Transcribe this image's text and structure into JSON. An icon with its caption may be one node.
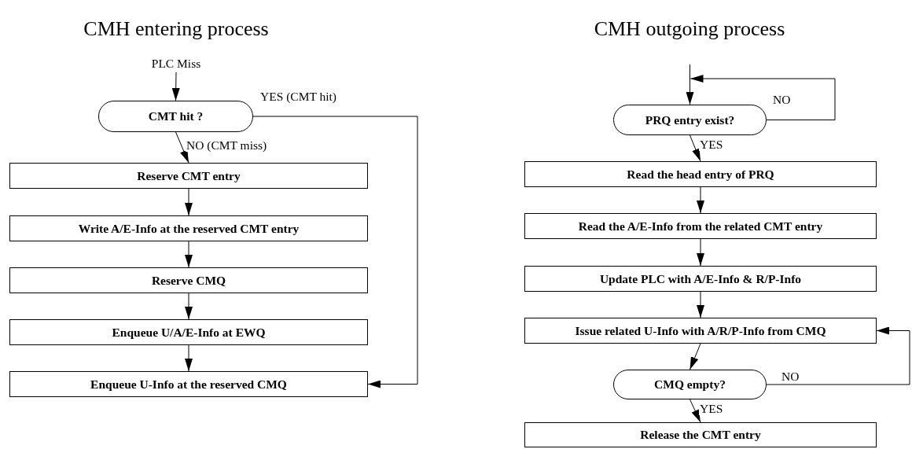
{
  "diagram": {
    "nodes": [
      {
        "text": [
          "PLC Miss"
        ]
      },
      {
        "text": [
          "CMT hit ?"
        ]
      },
      {
        "text": [
          "Reserve CMT entry"
        ]
      },
      {
        "text": [
          "Write A/E-Info at the reserved CMT entry"
        ]
      },
      {
        "text": [
          "Reserve CMQ"
        ]
      },
      {
        "text": [
          "Enqueue U/A/E-Info at EWQ"
        ]
      },
      {
        "text": [
          "Enqueue U-Info at the reserved CMQ"
        ]
      },
      {
        "text": [
          "PRQ entry exist?"
        ]
      },
      {
        "text": [
          "Read the head entry of PRQ"
        ]
      },
      {
        "text": [
          "Read the A/E-Info from the related CMT entry"
        ]
      },
      {
        "text": [
          "Update PLC with A/E-Info & R/P-Info"
        ]
      },
      {
        "text": [
          "Issue related U-Info with A/R/P-Info from CMQ"
        ]
      },
      {
        "text": [
          "CMQ empty?"
        ]
      },
      {
        "text": [
          "Release the CMT entry"
        ]
      }
    ],
    "edges": [
      {
        "from": 0,
        "to": 1,
        "arrow": "to"
      },
      {
        "from": 1,
        "to": 2,
        "arrow": "to",
        "label": "NO (CMT miss)"
      },
      {
        "from": 2,
        "to": 3,
        "arrow": "to"
      },
      {
        "from": 3,
        "to": 4,
        "arrow": "to"
      },
      {
        "from": 4,
        "to": 5,
        "arrow": "to"
      },
      {
        "from": 5,
        "to": 6,
        "arrow": "to"
      },
      {
        "from": 1,
        "to": 6,
        "arrow": "to",
        "label": "YES (CMT hit)"
      },
      {
        "from": null,
        "to": 7,
        "arrow": "to"
      },
      {
        "from": 7,
        "to": 7,
        "arrow": "to",
        "label": "NO"
      },
      {
        "from": 7,
        "to": 8,
        "arrow": "to",
        "label": "YES"
      },
      {
        "from": 8,
        "to": 9,
        "arrow": "to"
      },
      {
        "from": 9,
        "to": 10,
        "arrow": "to"
      },
      {
        "from": 10,
        "to": 11,
        "arrow": "to"
      },
      {
        "from": 11,
        "to": 12,
        "arrow": "to"
      },
      {
        "from": 12,
        "to": 11,
        "arrow": "to",
        "label": "NO"
      },
      {
        "from": 12,
        "to": 13,
        "arrow": "to",
        "label": "YES"
      }
    ],
    "labels": [
      "CMH entering process",
      "CMH outgoing process"
    ]
  }
}
